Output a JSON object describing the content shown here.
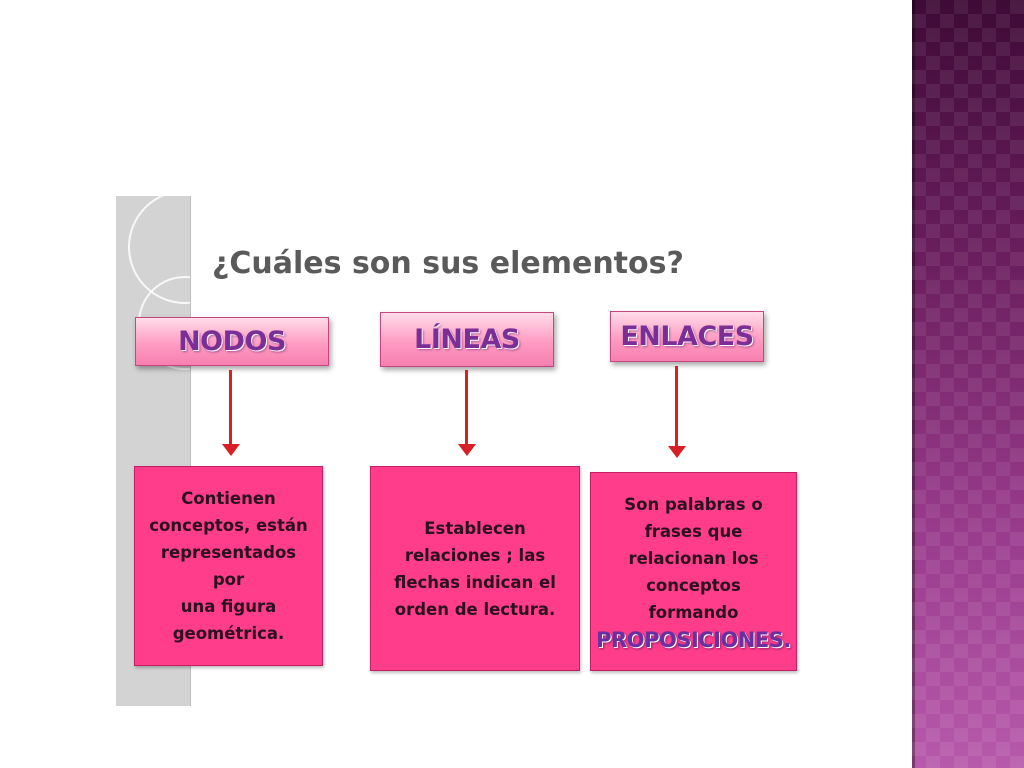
{
  "slide": {
    "title": "¿Cuáles son sus elementos?"
  },
  "columns": [
    {
      "header": "NODOS",
      "description": "Contienen\nconceptos,  están\nrepresentados por\nuna figura\ngeométrica."
    },
    {
      "header": "LÍNEAS",
      "description": "Establecen\nrelaciones ; las\nflechas indican el\norden de lectura."
    },
    {
      "header": "ENLACES",
      "description": "Son palabras o\nfrases que\nrelacionan los\nconceptos\nformando",
      "emphasis": "PROPOSICIONES."
    }
  ],
  "colors": {
    "header_fill": "#ff9cc2",
    "header_text": "#7b2f96",
    "content_fill": "#ff3d8b",
    "arrow": "#d61f26",
    "side_band": "#6c1f60"
  }
}
